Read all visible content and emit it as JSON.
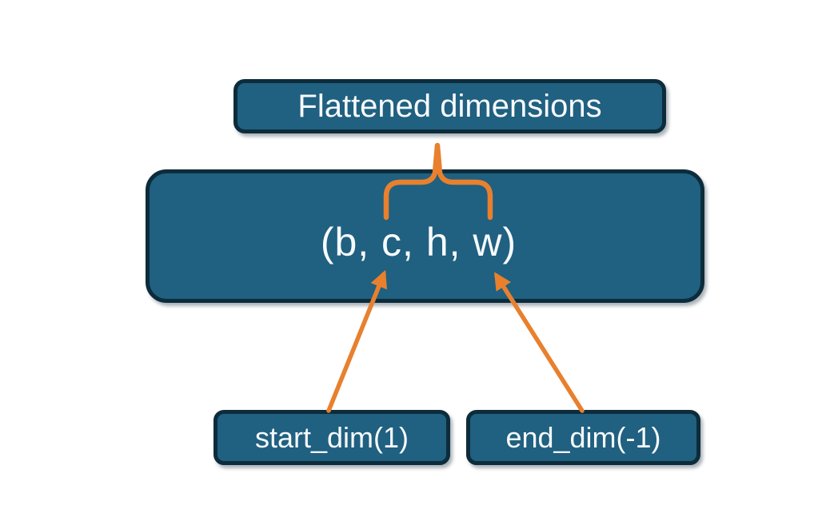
{
  "diagram": {
    "title_box": {
      "label": "Flattened dimensions"
    },
    "tensor_box": {
      "label": "(b, c, h, w)"
    },
    "start_box": {
      "label": "start_dim(1)"
    },
    "end_box": {
      "label": "end_dim(-1)"
    },
    "connectors": {
      "brace": {
        "type": "curly-brace",
        "from": "title_box",
        "to": "tensor_box",
        "spans": "c, h, w"
      },
      "start_arrow": {
        "type": "arrow",
        "from": "start_box",
        "to": "tensor_box"
      },
      "end_arrow": {
        "type": "arrow",
        "from": "end_box",
        "to": "tensor_box"
      }
    },
    "colors": {
      "node_fill": "#206080",
      "node_border": "#0d2c3b",
      "connector": "#e8802e",
      "text": "#f7fafc",
      "background": "#ffffff"
    }
  }
}
